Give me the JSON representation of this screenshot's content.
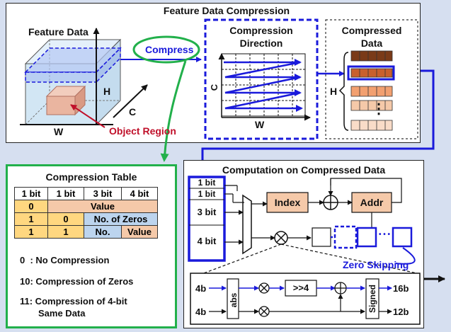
{
  "top_panel": {
    "title": "Feature Data Compression",
    "feature_label": "Feature Data",
    "compress_label": "Compress",
    "object_label": "Object Region",
    "axis_h": "H",
    "axis_c": "C",
    "axis_w": "W",
    "direction_title_1": "Compression",
    "direction_title_2": "Direction",
    "dir_axis_c": "C",
    "dir_axis_w": "W",
    "compressed_title_1": "Compressed",
    "compressed_title_2": "Data",
    "compressed_axis_h": "H",
    "dots": "⋮"
  },
  "table_panel": {
    "title": "Compression Table",
    "header": [
      "1 bit",
      "1 bit",
      "3 bit",
      "4 bit"
    ],
    "row1": [
      "0",
      "Value"
    ],
    "row2": [
      "1",
      "0",
      "No. of Zeros"
    ],
    "row3": [
      "1",
      "1",
      "No.",
      "Value"
    ],
    "legend": [
      "0  : No Compression",
      "10: Compression of Zeros",
      "11: Compression of 4-bit",
      "Same Data"
    ]
  },
  "compute_panel": {
    "title": "Computation on Compressed Data",
    "bits": [
      "1 bit",
      "1 bit",
      "3 bit",
      "4 bit"
    ],
    "index_label": "Index",
    "addr_label": "Addr",
    "zero_skipping": "Zero Skipping",
    "dots": "• • •",
    "detail": {
      "in1": "4b",
      "in2": "4b",
      "abs": "abs",
      "shift": ">>4",
      "signed": "Signed",
      "out1": "16b",
      "out2": "12b"
    }
  },
  "colors": {
    "blue": "#1a1adb",
    "green": "#22b04b",
    "red": "#c0102a",
    "orange": "#f5c9a9",
    "yellow": "#ffd780",
    "light_blue": "#bcd4ee",
    "brown_dark": "#7a3a18",
    "brown_mid": "#c9602d"
  }
}
